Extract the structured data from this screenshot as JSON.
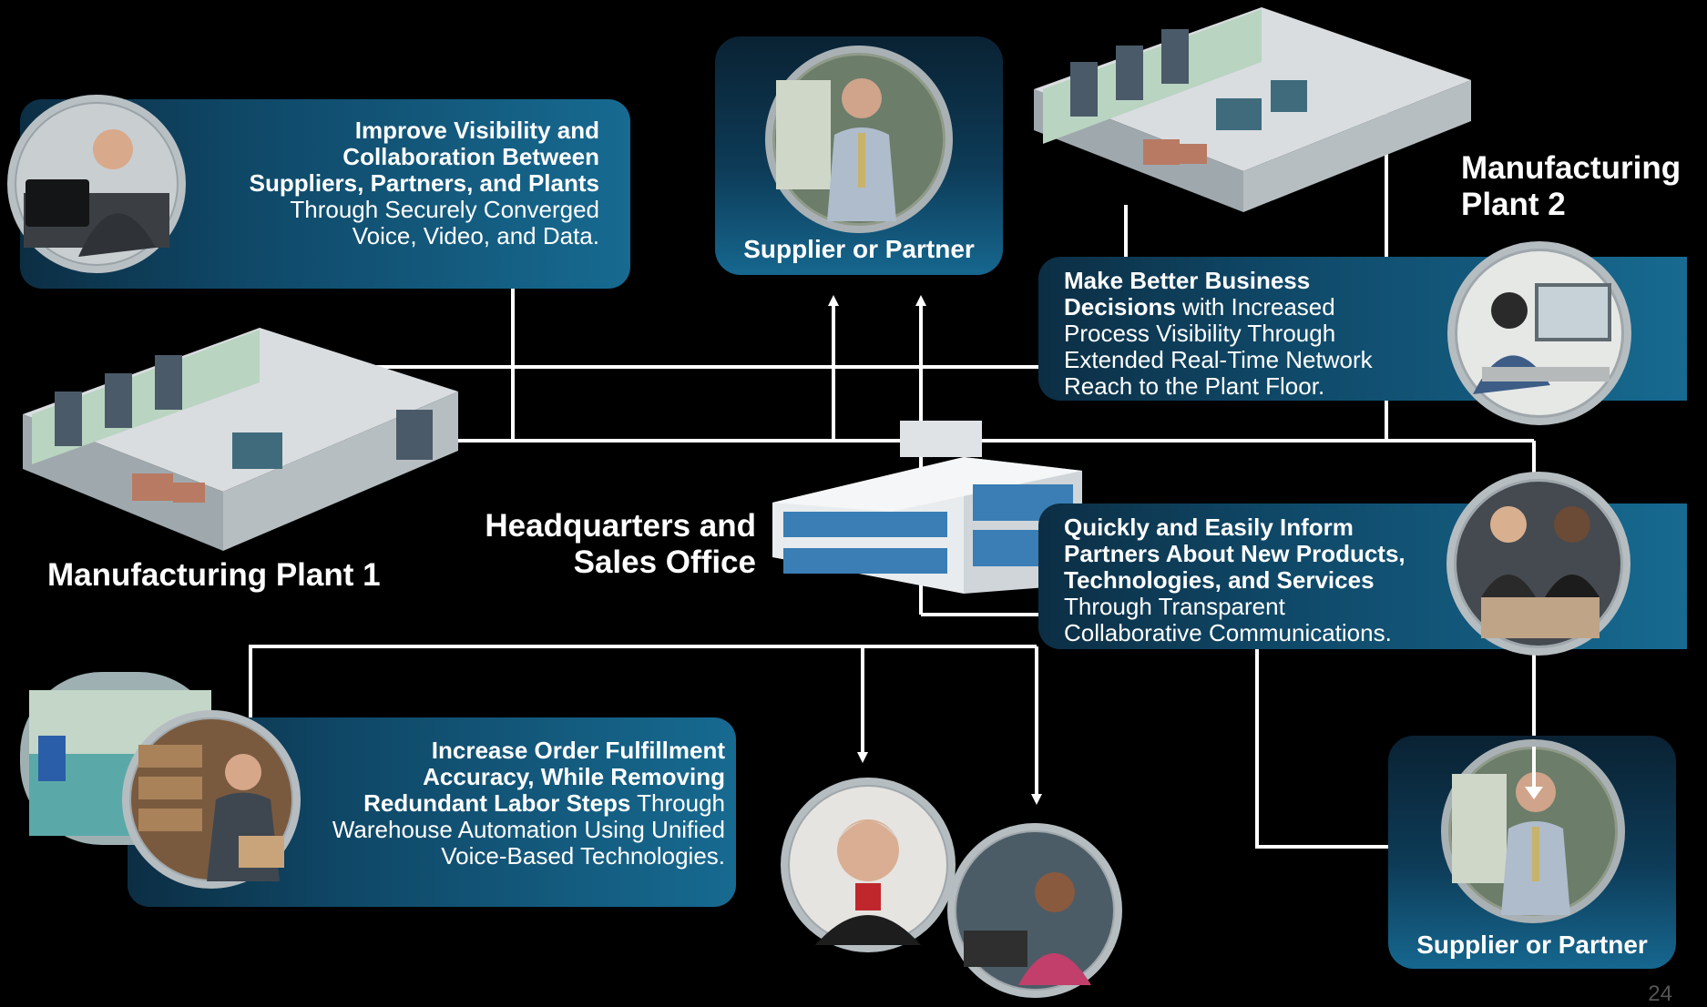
{
  "colors": {
    "background": "#000000",
    "connector": "#ffffff",
    "callout_dark": "#0c2e44",
    "callout_light": "#176a91",
    "text": "#ffffff"
  },
  "nodes": {
    "plant1": {
      "label": "Manufacturing Plant 1"
    },
    "plant2": {
      "label_line1": "Manufacturing",
      "label_line2": "Plant 2"
    },
    "hq": {
      "label_line1": "Headquarters and",
      "label_line2": "Sales Office"
    },
    "supplier_top": {
      "label": "Supplier or Partner"
    },
    "supplier_bottom": {
      "label": "Supplier or Partner"
    }
  },
  "callouts": {
    "visibility": {
      "bold_lines": [
        "Improve Visibility and",
        "Collaboration Between",
        "Suppliers, Partners, and Plants"
      ],
      "normal_lines": [
        "Through Securely Converged",
        "Voice, Video, and Data."
      ]
    },
    "decisions": {
      "line1_bold": "Make Better Business",
      "line2_bold": "Decisions",
      "line2_normal": " with Increased",
      "normal_lines": [
        "Process Visibility Through",
        "Extended Real-Time Network",
        "Reach to the Plant Floor."
      ]
    },
    "inform": {
      "bold_lines": [
        "Quickly and Easily Inform",
        "Partners About New Products,",
        "Technologies, and Services"
      ],
      "normal_lines": [
        "Through Transparent",
        "Collaborative Communications."
      ]
    },
    "fulfillment": {
      "bold_lines": [
        "Increase Order Fulfillment",
        "Accuracy, While Removing"
      ],
      "line3_bold": "Redundant Labor Steps",
      "line3_normal": " Through",
      "normal_lines": [
        "Warehouse Automation Using Unified",
        "Voice-Based Technologies."
      ]
    }
  },
  "page_number": "24"
}
